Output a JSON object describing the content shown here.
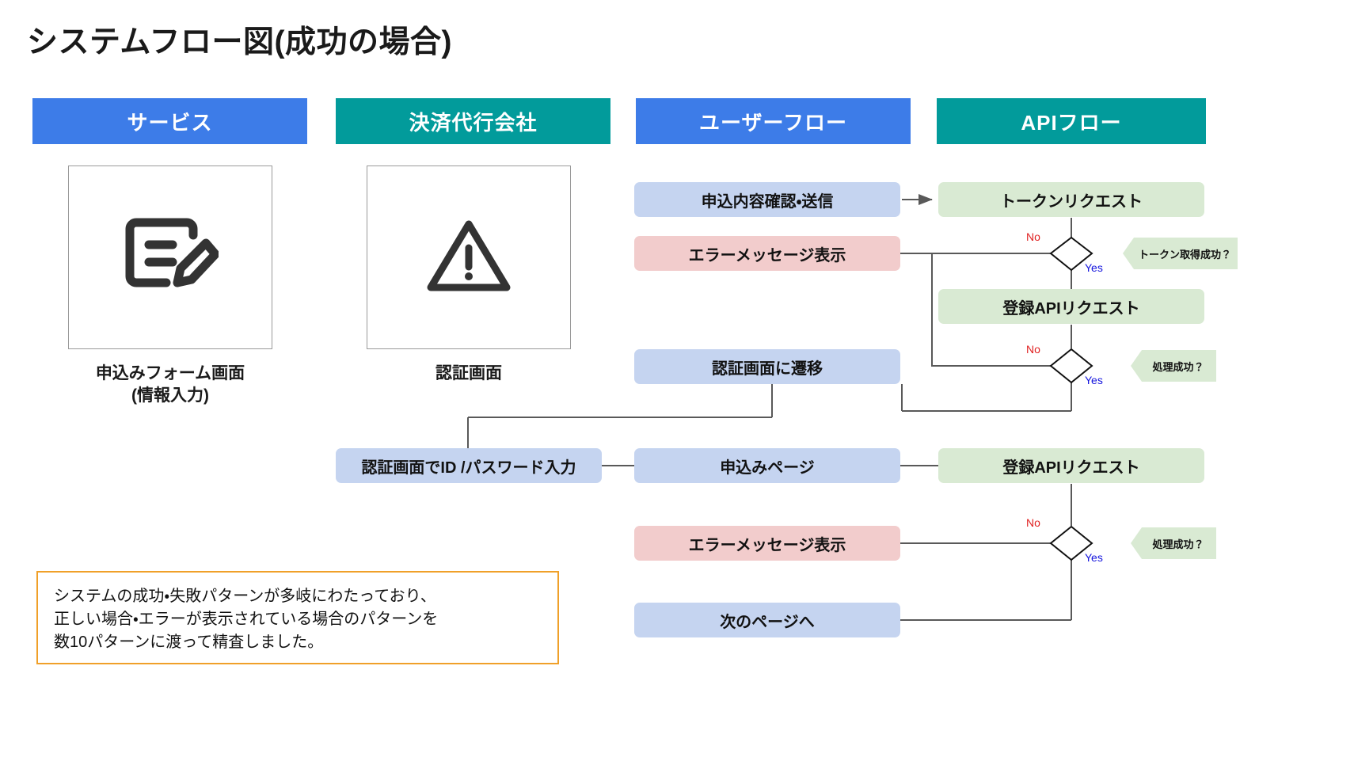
{
  "title": "システムフロー図(成功の場合)",
  "colors": {
    "header_blue": "#3d7ce8",
    "header_teal": "#029b9b",
    "node_user": "#c5d4f0",
    "node_error": "#f2cccc",
    "node_api": "#d9ead3",
    "note_border": "#f0a029",
    "label_no": "#e02020",
    "label_yes": "#1414dd",
    "wire": "#595959"
  },
  "columns": [
    {
      "label": "サービス",
      "accent": "#3d7ce8"
    },
    {
      "label": "決済代行会社",
      "accent": "#029b9b"
    },
    {
      "label": "ユーザーフロー",
      "accent": "#3d7ce8"
    },
    {
      "label": "APIフロー",
      "accent": "#029b9b"
    }
  ],
  "thumbnails": [
    {
      "icon": "form-edit-icon",
      "caption_line1": "申込みフォーム画面",
      "caption_line2": "(情報入力)"
    },
    {
      "icon": "warning-triangle-icon",
      "caption_line1": "認証画面",
      "caption_line2": ""
    }
  ],
  "nodes": {
    "n_confirm_send": "申込内容確認・送信",
    "n_error_1": "エラーメッセージ表示",
    "n_token_request": "トークンリクエスト",
    "n_register_api_1": "登録APIリクエスト",
    "n_auth_transit": "認証画面に遷移",
    "n_auth_input": "認証画面でID /パスワード入力",
    "n_apply_page": "申込みページ",
    "n_register_api_2": "登録APIリクエスト",
    "n_error_2": "エラーメッセージ表示",
    "n_next_page": "次のページへ"
  },
  "callouts": [
    "トークン取得成功？",
    "処理成功？",
    "処理成功？"
  ],
  "branch_labels": {
    "no": "No",
    "yes": "Yes"
  },
  "note": {
    "line1": "システムの成功・失敗パターンが多岐にわたっており、",
    "line2": "正しい場合・エラーが表示されている場合のパターンを",
    "line3": "数10パターンに渡って精査しました。"
  }
}
